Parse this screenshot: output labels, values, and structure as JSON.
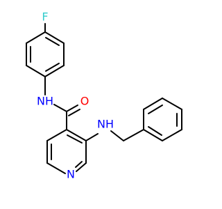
{
  "structure": {
    "atoms": [
      {
        "id": "F",
        "label": "F",
        "color": "#33cccc"
      },
      {
        "id": "NH_amide",
        "label": "NH",
        "color": "#0000ff"
      },
      {
        "id": "O",
        "label": "O",
        "color": "#ff0000"
      },
      {
        "id": "NH_benzyl",
        "label": "NH",
        "color": "#0000ff"
      },
      {
        "id": "N_pyridine",
        "label": "N",
        "color": "#0000ff"
      }
    ]
  }
}
